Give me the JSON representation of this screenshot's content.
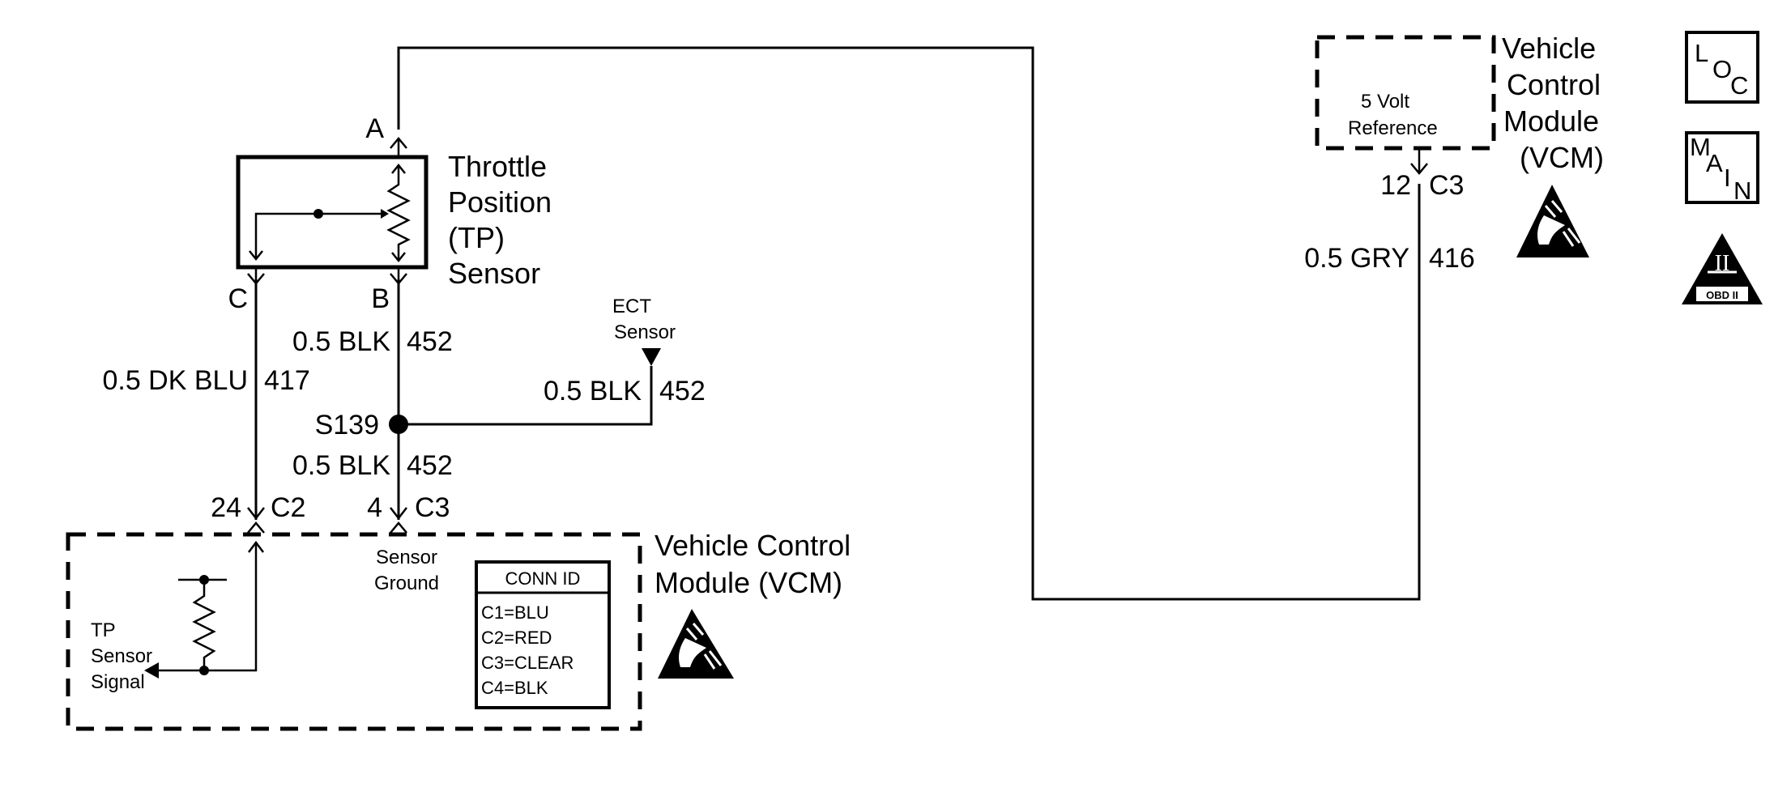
{
  "tp_sensor": {
    "name_line1": "Throttle",
    "name_line2": "Position",
    "name_line3": "(TP)",
    "name_line4": "Sensor",
    "terminal_a": "A",
    "terminal_b": "B",
    "terminal_c": "C"
  },
  "wires": {
    "c_size_color": "0.5 DK BLU",
    "c_circuit": "417",
    "b_size_color": "0.5 BLK",
    "b_circuit": "452",
    "b_lower_size_color": "0.5 BLK",
    "b_lower_circuit": "452",
    "ect_size_color": "0.5 BLK",
    "ect_circuit": "452",
    "ref_size_color": "0.5 GRY",
    "ref_circuit": "416"
  },
  "splice": {
    "label": "S139"
  },
  "ect_sensor": {
    "line1": "ECT",
    "line2": "Sensor"
  },
  "lower_vcm": {
    "title_line1": "Vehicle Control",
    "title_line2": "Module (VCM)",
    "pin_left": "24",
    "conn_left": "C2",
    "pin_right": "4",
    "conn_right": "C3",
    "ground_line1": "Sensor",
    "ground_line2": "Ground",
    "signal_line1": "TP",
    "signal_line2": "Sensor",
    "signal_line3": "Signal",
    "conn_id": {
      "title": "CONN ID",
      "rows": [
        "C1=BLU",
        "C2=RED",
        "C3=CLEAR",
        "C4=BLK"
      ]
    }
  },
  "upper_vcm": {
    "title_line1": "Vehicle",
    "title_line2": "Control",
    "title_line3": "Module",
    "title_line4": "(VCM)",
    "ref_line1": "5 Volt",
    "ref_line2": "Reference",
    "pin": "12",
    "conn": "C3"
  },
  "badges": {
    "loc_l": "L",
    "loc_o": "O",
    "loc_c": "C",
    "main_m": "M",
    "main_a": "A",
    "main_i": "I",
    "main_n": "N",
    "obd_numeral": "II",
    "obd_label": "OBD II"
  }
}
